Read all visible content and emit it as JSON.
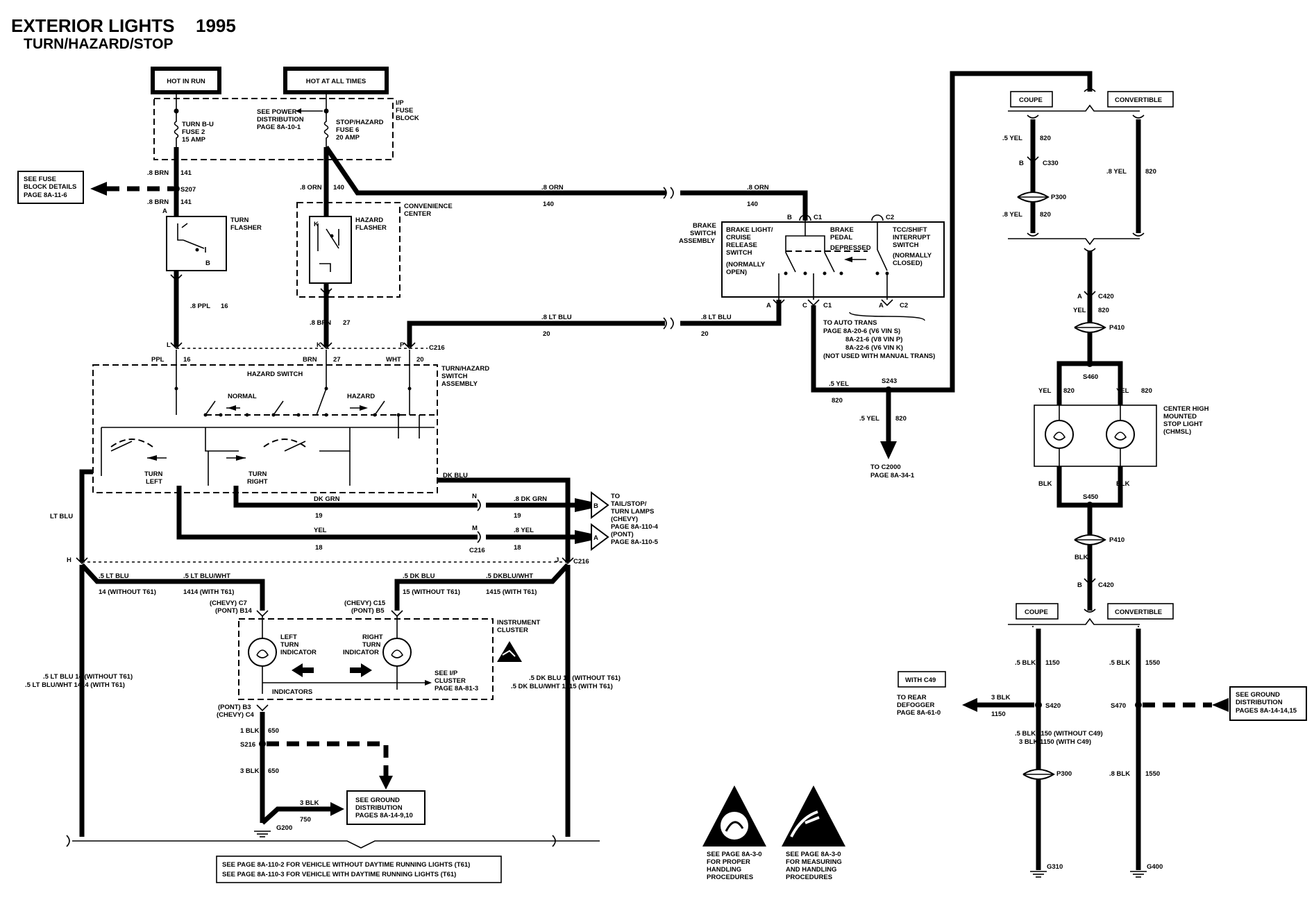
{
  "header": {
    "title": "EXTERIOR LIGHTS",
    "year": "1995",
    "subtitle": "TURN/HAZARD/STOP"
  },
  "power": {
    "hot_in_run": "HOT IN RUN",
    "hot_at_all_times": "HOT AT ALL TIMES",
    "ip_fuse_block": [
      "I/P",
      "FUSE",
      "BLOCK"
    ],
    "fuse2": [
      "TURN B-U",
      "FUSE 2",
      "15 AMP"
    ],
    "fuse6": [
      "STOP/HAZARD",
      "FUSE 6",
      "20 AMP"
    ],
    "see_power": [
      "SEE POWER",
      "DISTRIBUTION",
      "PAGE 8A-10-1"
    ],
    "see_fuse_block": [
      "SEE FUSE",
      "BLOCK DETAILS",
      "PAGE 8A-11-6"
    ]
  },
  "wires": {
    "brn_8": ".8 BRN",
    "c141": "141",
    "s207": "S207",
    "orn_8": ".8 ORN",
    "c140": "140",
    "ppl_8": ".8 PPL",
    "c16": "16",
    "brn27_8": ".8 BRN",
    "c27": "27",
    "ltblu_8": ".8 LT BLU",
    "c20": "20",
    "ppl": "PPL",
    "brn": "BRN",
    "wht": "WHT",
    "dkgrn": "DK GRN",
    "c19": "19",
    "dkgrn_8": ".8 DK GRN",
    "yel": "YEL",
    "c18": "18",
    "yel_8": ".8 YEL",
    "dkblu": "DK BLU",
    "ltblu": "LT BLU",
    "ltblu_5": ".5 LT BLU",
    "c14_without": "14 (WITHOUT T61)",
    "ltbluwht_5": ".5 LT BLU/WHT",
    "c1414_with": "1414 (WITH T61)",
    "dkblu_5": ".5 DK BLU",
    "c15_without": "15 (WITHOUT T61)",
    "dkbluwht_5": ".5 DKBLU/WHT",
    "c1415_with": "1415 (WITH T61)",
    "left_riser": [
      ".5 LT BLU   14 (WITHOUT T61)",
      ".5 LT BLU/WHT   1414 (WITH T61)"
    ],
    "right_riser": [
      ".5 DK BLU   15 (WITHOUT T61)",
      ".5 DK BLU/WHT   1415 (WITH T61)"
    ],
    "blk1": "1 BLK",
    "c650": "650",
    "blk3": "3 BLK",
    "c750": "750",
    "s216": "S216",
    "g200": "G200",
    "yel_5": ".5 YEL",
    "c820": "820",
    "s243": "S243"
  },
  "components": {
    "convenience_center": [
      "CONVENIENCE",
      "CENTER"
    ],
    "turn_flasher": [
      "TURN",
      "FLASHER"
    ],
    "hazard_flasher": [
      "HAZARD",
      "FLASHER"
    ],
    "turn_hazard_switch": [
      "TURN/HAZARD",
      "SWITCH",
      "ASSEMBLY"
    ],
    "hazard_switch": "HAZARD SWITCH",
    "normal": "NORMAL",
    "hazard": "HAZARD",
    "turn_left": [
      "TURN",
      "LEFT"
    ],
    "turn_right": [
      "TURN",
      "RIGHT"
    ],
    "c216": "C216",
    "instrument_cluster": [
      "INSTRUMENT",
      "CLUSTER"
    ],
    "left_indicator": [
      "LEFT",
      "TURN",
      "INDICATOR"
    ],
    "right_indicator": [
      "RIGHT",
      "TURN",
      "INDICATOR"
    ],
    "indicators": "INDICATORS",
    "see_ip_cluster": [
      "SEE I/P",
      "CLUSTER",
      "PAGE 8A-81-3"
    ],
    "chevy_c7": "(CHEVY) C7",
    "pont_b14": "(PONT) B14",
    "chevy_c15": "(CHEVY) C15",
    "pont_b5": "(PONT) B5",
    "pont_b3": "(PONT) B3",
    "chevy_c4": "(CHEVY) C4",
    "to_tail": [
      "TO",
      "TAIL/STOP/",
      "TURN LAMPS",
      "(CHEVY)",
      "PAGE 8A-110-4",
      "(PONT)",
      "PAGE 8A-110-5"
    ],
    "see_ground_left": [
      "SEE GROUND",
      "DISTRIBUTION",
      "PAGES 8A-14-9,10"
    ],
    "bottom_note": [
      "SEE PAGE 8A-110-2 FOR VEHICLE WITHOUT DAYTIME RUNNING LIGHTS (T61)",
      "SEE PAGE 8A-110-3 FOR VEHICLE WITH DAYTIME RUNNING LIGHTS (T61)"
    ],
    "esd1": [
      "SEE PAGE 8A-3-0",
      "FOR PROPER",
      "HANDLING",
      "PROCEDURES"
    ],
    "esd2": [
      "SEE PAGE 8A-3-0",
      "FOR MEASURING",
      "AND HANDLING",
      "PROCEDURES"
    ]
  },
  "brake": {
    "assembly": [
      "BRAKE",
      "SWITCH",
      "ASSEMBLY"
    ],
    "brake_light": [
      "BRAKE LIGHT/",
      "CRUISE",
      "RELEASE",
      "SWITCH",
      "(NORMALLY",
      "OPEN)"
    ],
    "brake_pedal": [
      "BRAKE",
      "PEDAL",
      "DEPRESSED"
    ],
    "tcc": [
      "TCC/SHIFT",
      "INTERRUPT",
      "SWITCH",
      "(NORMALLY",
      "CLOSED)"
    ],
    "auto_trans": [
      "TO AUTO TRANS",
      "PAGE 8A-20-6 (V6 VIN S)",
      "8A-21-6 (V8 VIN P)",
      "8A-22-6 (V6 VIN K)",
      "(NOT USED WITH MANUAL TRANS)"
    ],
    "to_c2000": [
      "TO C2000",
      "PAGE 8A-34-1"
    ],
    "c1": "C1",
    "c2": "C2"
  },
  "chmsl": {
    "coupe": "COUPE",
    "convertible": "CONVERTIBLE",
    "c330": "C330",
    "p300": "P300",
    "c420": "C420",
    "p410": "P410",
    "s460": "S460",
    "s450": "S450",
    "blk": "BLK",
    "yel": "YEL",
    "label": [
      "CENTER HIGH",
      "MOUNTED",
      "STOP LIGHT",
      "(CHMSL)"
    ],
    "yel_5": ".5 YEL",
    "yel_8": ".8 YEL",
    "c820": "820"
  },
  "ground_right": {
    "coupe": "COUPE",
    "convertible": "CONVERTIBLE",
    "blk_5": ".5 BLK",
    "c1150": "1150",
    "c1550": "1550",
    "s420": "S420",
    "s470": "S470",
    "with_c49": "WITH C49",
    "to_rear": [
      "TO REAR",
      "DEFOGGER",
      "PAGE 8A-61-0"
    ],
    "blk3": "3 BLK",
    "blk_5_1150": ".5 BLK   1150 (WITHOUT C49)",
    "blk3_1150": "3 BLK   1150 (WITH C49)",
    "blk_8": ".8 BLK",
    "see_ground": [
      "SEE GROUND",
      "DISTRIBUTION",
      "PAGES 8A-14-14,15"
    ],
    "g310": "G310",
    "g400": "G400",
    "p300": "P300"
  }
}
